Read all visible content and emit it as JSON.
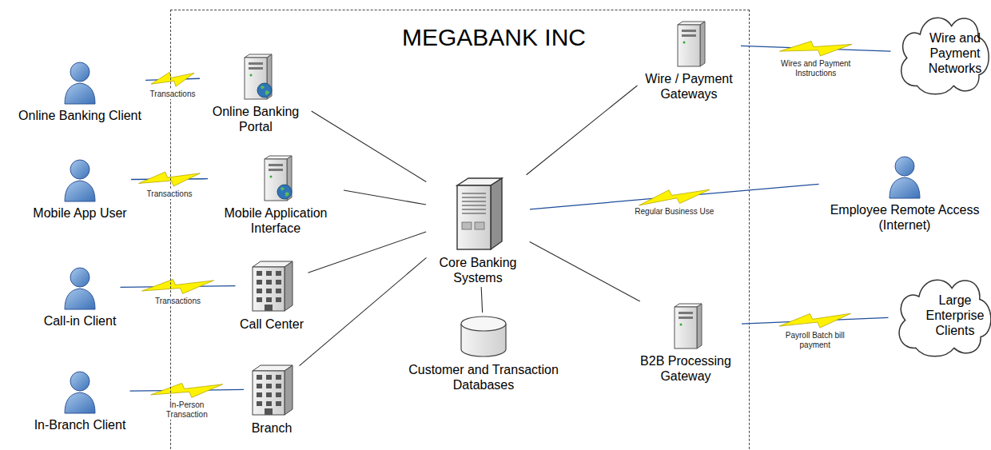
{
  "diagram": {
    "nodes": [
      {
        "text": [
          "MEGABANK INC"
        ]
      },
      {
        "text": [
          "Online Banking Client"
        ]
      },
      {
        "text": [
          "Online Banking Portal"
        ],
        "in": 0
      },
      {
        "text": [
          "Mobile App User"
        ]
      },
      {
        "text": [
          "Mobile Application Interface"
        ],
        "in": 0
      },
      {
        "text": [
          "Call-in Client"
        ]
      },
      {
        "text": [
          "Call Center"
        ],
        "in": 0
      },
      {
        "text": [
          "In-Branch Client"
        ]
      },
      {
        "text": [
          "Branch"
        ],
        "in": 0
      },
      {
        "text": [
          "Core Banking Systems"
        ],
        "in": 0
      },
      {
        "text": [
          "Customer and Transaction Databases"
        ],
        "in": 0
      },
      {
        "text": [
          "Wire / Payment Gateways"
        ],
        "in": 0
      },
      {
        "text": [
          "Wire and Payment Networks"
        ]
      },
      {
        "text": [
          "Employee Remote Access (Internet)"
        ]
      },
      {
        "text": [
          "B2B Processing Gateway"
        ],
        "in": 0
      },
      {
        "text": [
          "Large Enterprise Clients"
        ]
      }
    ],
    "edges": [
      {
        "from": 1,
        "to": 2,
        "label": "Transactions",
        "arrow": "none"
      },
      {
        "from": 3,
        "to": 4,
        "label": "Transactions",
        "arrow": "none"
      },
      {
        "from": 5,
        "to": 6,
        "label": "Transactions",
        "arrow": "none"
      },
      {
        "from": 7,
        "to": 8,
        "label": "In-Person Transaction",
        "arrow": "none"
      },
      {
        "from": 2,
        "to": 9,
        "arrow": "none"
      },
      {
        "from": 4,
        "to": 9,
        "arrow": "none"
      },
      {
        "from": 6,
        "to": 9,
        "arrow": "none"
      },
      {
        "from": 8,
        "to": 9,
        "arrow": "none"
      },
      {
        "from": 9,
        "to": 10,
        "arrow": "none"
      },
      {
        "from": 9,
        "to": 11,
        "arrow": "none"
      },
      {
        "from": 11,
        "to": 12,
        "label": "Wires and Payment Instructions",
        "arrow": "none"
      },
      {
        "from": 13,
        "to": 9,
        "label": "Regular Business Use",
        "arrow": "none"
      },
      {
        "from": 9,
        "to": 14,
        "arrow": "none"
      },
      {
        "from": 14,
        "to": 15,
        "label": "Payroll Batch bill payment",
        "arrow": "none"
      }
    ]
  }
}
